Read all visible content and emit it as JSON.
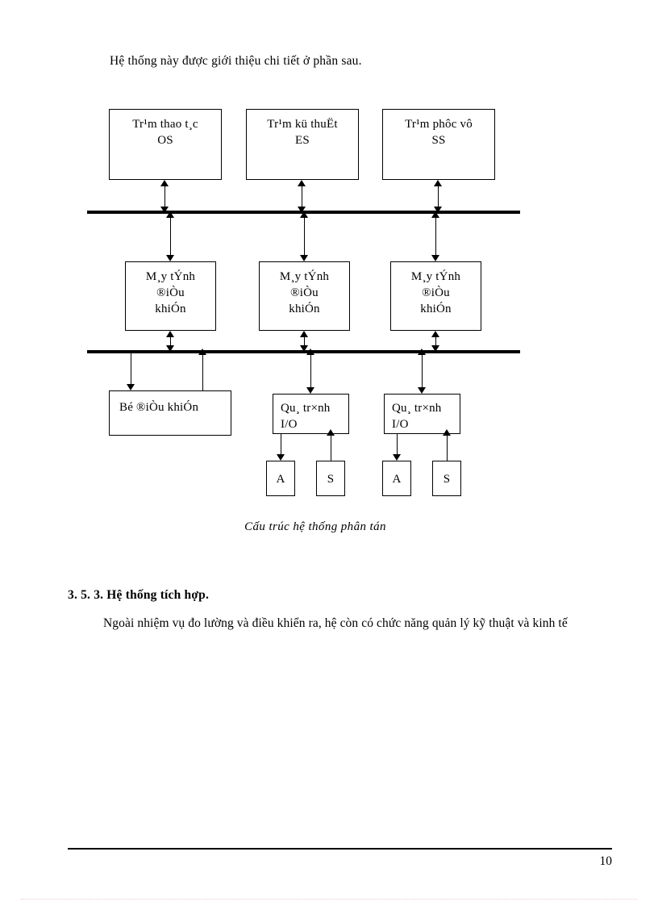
{
  "document": {
    "intro_line": "Hệ thống này được giới thiệu chi tiết ở phần sau.",
    "figure_caption": "Cấu trúc hệ thống phân tán",
    "section_heading": "3. 5. 3. Hệ thống tích hợp.",
    "body_paragraph": "Ngoài nhiệm vụ đo lường và điều khiển ra, hệ còn có chức năng quản lý kỹ thuật và kinh tế",
    "page_number": "10"
  },
  "diagram": {
    "stations": [
      {
        "line1": "Tr¹m thao t¸c",
        "line2": "OS",
        "text": "Tr¹m thao t¸c\nOS"
      },
      {
        "line1": "Tr¹m kü thuËt",
        "line2": "ES",
        "text": "Tr¹m kü thuËt\nES"
      },
      {
        "line1": "Tr¹m phôc vô",
        "line2": "SS",
        "text": "Tr¹m phôc vô\nSS"
      }
    ],
    "computers": [
      {
        "text": "M¸y tÝnh\n®iÒu\nkhiÓn"
      },
      {
        "text": "M¸y tÝnh\n®iÒu\nkhiÓn"
      },
      {
        "text": "M¸y tÝnh\n®iÒu\nkhiÓn"
      }
    ],
    "controller": {
      "text": "Bé ®iÒu khiÓn"
    },
    "io_blocks": [
      {
        "text": "Qu¸ tr×nh\nI/O"
      },
      {
        "text": "Qu¸ tr×nh\nI/O"
      }
    ],
    "leaves": [
      {
        "label": "A"
      },
      {
        "label": "S"
      },
      {
        "label": "A"
      },
      {
        "label": "S"
      }
    ],
    "bus_color": "#000000"
  }
}
